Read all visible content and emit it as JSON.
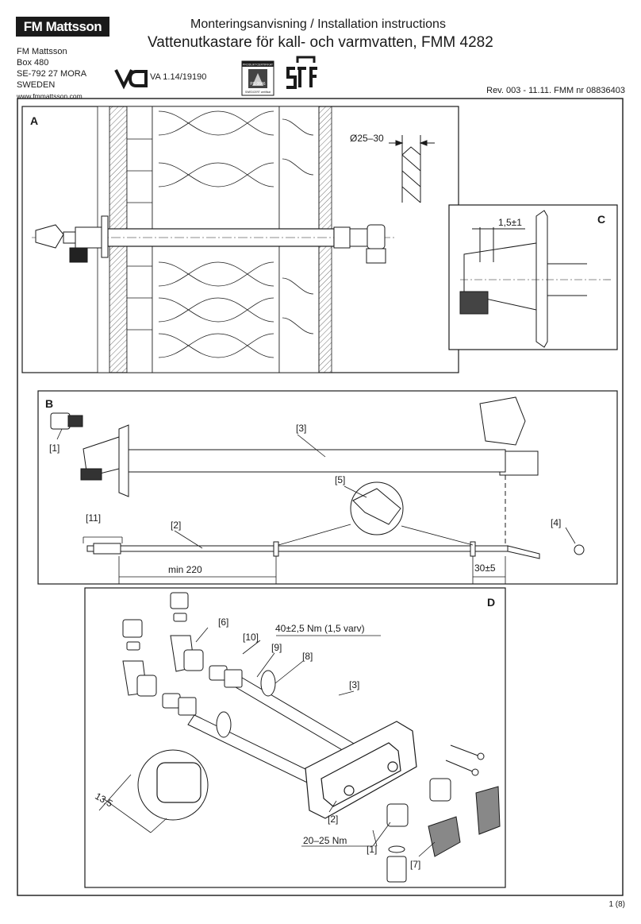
{
  "header": {
    "logo": "FM Mattsson",
    "title_line1": "Monteringsanvisning / Installation instructions",
    "title_line2": "Vattenutkastare för kall- och varmvatten, FMM 4282",
    "revision": "Rev. 003 - 11.11. FMM nr 08836403"
  },
  "address": [
    "FM Mattsson",
    "Box 480",
    "SE-792 27 MORA",
    "SWEDEN"
  ],
  "website": "www.fmmattsson.com",
  "certification": {
    "va_number": "VA 1.14/19190",
    "seal_top": "PRODUKTCERTIFIKAT",
    "seal_code": "PS 0646",
    "seal_bottom": "SWEDCERT certifikat",
    "stf_logo": "STF",
    "va_logo": "VA"
  },
  "panels": {
    "a": {
      "label": "A",
      "drill_dim": "Ø25–30"
    },
    "c": {
      "label": "C",
      "dim": "1,5±1"
    },
    "b": {
      "label": "B",
      "callouts": {
        "p1": "[1]",
        "p2": "[2]",
        "p3": "[3]",
        "p4": "[4]",
        "p5": "[5]",
        "p11": "[11]"
      },
      "dim_min": "min 220",
      "dim_30": "30±5"
    },
    "d": {
      "label": "D",
      "callouts": {
        "p1": "[1]",
        "p2": "[2]",
        "p3": "[3]",
        "p6": "[6]",
        "p7": "[7]",
        "p8": "[8]",
        "p9": "[9]",
        "p10": "[10]"
      },
      "torque_top": "40±2,5 Nm (1,5 varv)",
      "torque_bottom": "20–25 Nm",
      "dim_135": "13,5"
    }
  },
  "page_number": "1  (8)"
}
